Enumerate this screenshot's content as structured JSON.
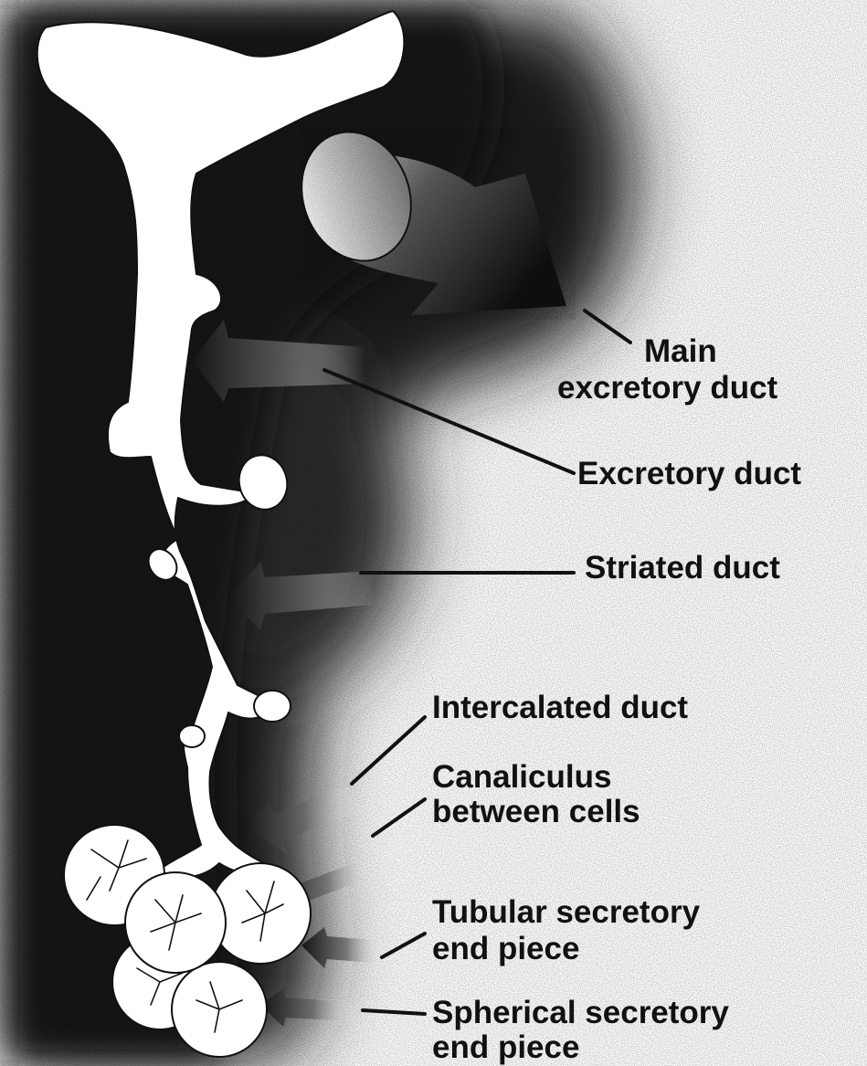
{
  "diagram": {
    "labels": {
      "main_excretory_duct": [
        "Main",
        "excretory duct"
      ],
      "excretory_duct": "Excretory duct",
      "striated_duct": "Striated duct",
      "intercalated_duct": "Intercalated duct",
      "canaliculus_between_cells": [
        "Canaliculus",
        "between cells"
      ],
      "tubular_secretory_end_piece": [
        "Tubular secretory",
        "end piece"
      ],
      "spherical_secretory_end_piece": [
        "Spherical secretory",
        "end piece"
      ]
    }
  },
  "colors": {
    "background": "#ffffff",
    "shading_dark": "#1c1c1c",
    "duct_fill": "#ffffff",
    "outline": "#111111",
    "text": "#111111"
  }
}
